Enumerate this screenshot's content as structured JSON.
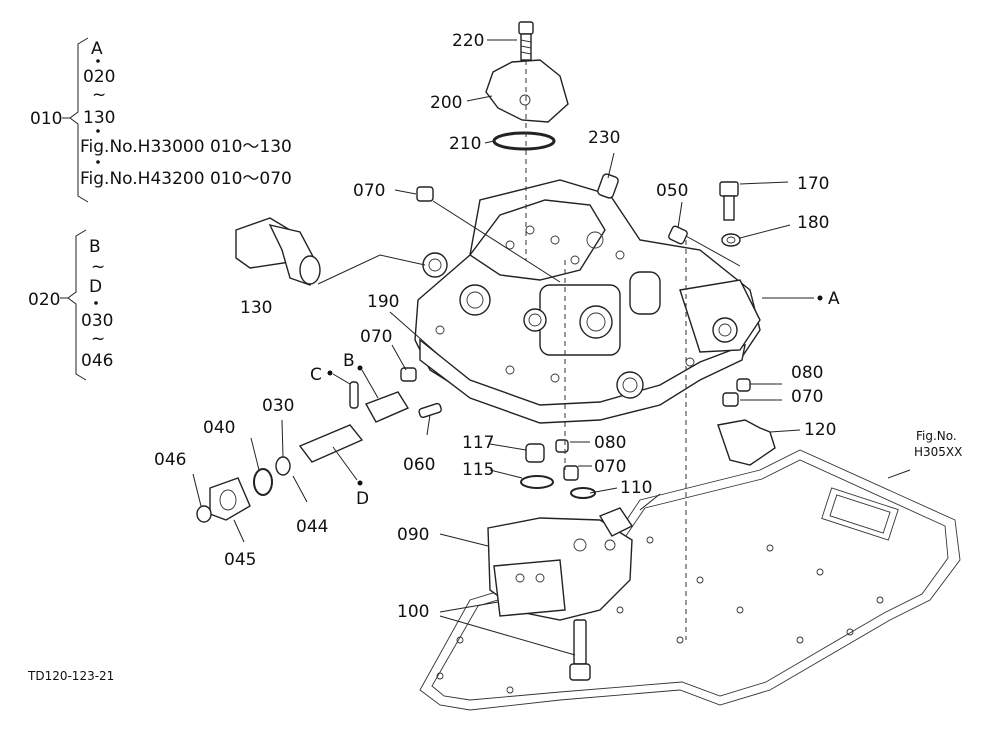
{
  "group_010": {
    "ref": "010",
    "lines": [
      "A",
      "020",
      "~",
      "130",
      "Fig.No.H33000  010～130",
      "Fig.No.H43200  010～070"
    ]
  },
  "group_020": {
    "ref": "020",
    "lines": [
      "B",
      "~",
      "D",
      "030",
      "~",
      "046"
    ]
  },
  "callouts": {
    "p220": "220",
    "p200": "200",
    "p210": "210",
    "p230": "230",
    "p070_top": "070",
    "p050": "050",
    "p170": "170",
    "p180": "180",
    "p130": "130",
    "pA": "A",
    "p190": "190",
    "p070_left": "070",
    "p080_right": "080",
    "p070_right": "070",
    "pC": "C",
    "pB": "B",
    "p030": "030",
    "p040": "040",
    "p046": "046",
    "p117": "117",
    "p080_mid": "080",
    "p115": "115",
    "p070_mid": "070",
    "p110": "110",
    "p120": "120",
    "p060": "060",
    "pD": "D",
    "p044": "044",
    "p045": "045",
    "p090": "090",
    "p100": "100"
  },
  "figref": {
    "line1": "Fig.No.",
    "line2": "H305XX"
  },
  "drawing_code": "TD120-123-21"
}
